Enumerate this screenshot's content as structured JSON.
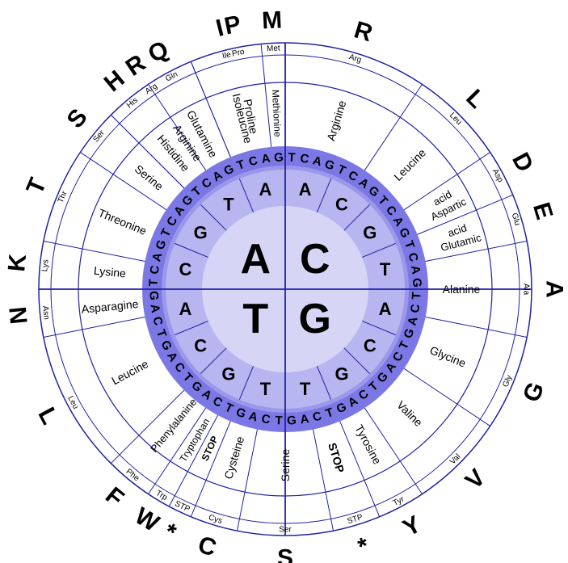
{
  "colors": {
    "ring_outer": "#7b78e6",
    "ring_third": "#9b98eb",
    "ring_second": "#b8b6f1",
    "center": "#d6d5f6",
    "line": "#2020a8",
    "text": "#000000"
  },
  "first_bases": [
    "A",
    "C",
    "G",
    "T"
  ],
  "second_bases": {
    "A": [
      "C",
      "G",
      "T",
      "A"
    ],
    "C": [
      "A",
      "C",
      "G",
      "T"
    ],
    "G": [
      "A",
      "C",
      "G",
      "T"
    ],
    "T": [
      "T",
      "G",
      "C",
      "A"
    ]
  },
  "third_sequence": "TCAGTCAGTCAGTCAG",
  "amino_acids": [
    {
      "name": "Methionine",
      "abbr": "Met",
      "letter": "M"
    },
    {
      "name": "Isoleucine",
      "abbr": "Ile",
      "letter": "I"
    },
    {
      "name": "Arginine",
      "abbr": "Arg",
      "letter": "R"
    },
    {
      "name": "Serine",
      "abbr": "Ser",
      "letter": "S"
    },
    {
      "name": "Threonine",
      "abbr": "Thr",
      "letter": "T"
    },
    {
      "name": "Lysine",
      "abbr": "Lys",
      "letter": "K"
    },
    {
      "name": "Asparagine",
      "abbr": "Asn",
      "letter": "N"
    },
    {
      "name": "Leucine",
      "abbr": "Leu",
      "letter": "L"
    },
    {
      "name": "Phenylalanine",
      "abbr": "Phe",
      "letter": "F"
    },
    {
      "name": "Tryptophan",
      "abbr": "Trp",
      "letter": "W"
    },
    {
      "name": "STOP",
      "abbr": "STP",
      "letter": "*"
    },
    {
      "name": "Cysteine",
      "abbr": "Cys",
      "letter": "C"
    },
    {
      "name": "Serine",
      "abbr": "Ser",
      "letter": "S"
    },
    {
      "name": "STOP",
      "abbr": "STP",
      "letter": "*"
    },
    {
      "name": "Tyrosine",
      "abbr": "Tyr",
      "letter": "Y"
    },
    {
      "name": "Valine",
      "abbr": "Val",
      "letter": "V"
    },
    {
      "name": "Glycine",
      "abbr": "Gly",
      "letter": "G"
    },
    {
      "name": "Alanine",
      "abbr": "Ala",
      "letter": "A"
    },
    {
      "name": "Glutamic acid",
      "abbr": "Glu",
      "letter": "E"
    },
    {
      "name": "Aspartic acid",
      "abbr": "Asp",
      "letter": "D"
    },
    {
      "name": "Leucine",
      "abbr": "Leu",
      "letter": "L"
    },
    {
      "name": "Arginine",
      "abbr": "Arg",
      "letter": "R"
    },
    {
      "name": "Proline",
      "abbr": "Pro",
      "letter": "P"
    },
    {
      "name": "Glutamine",
      "abbr": "Gln",
      "letter": "Q"
    },
    {
      "name": "Histidine",
      "abbr": "His",
      "letter": "H"
    }
  ]
}
